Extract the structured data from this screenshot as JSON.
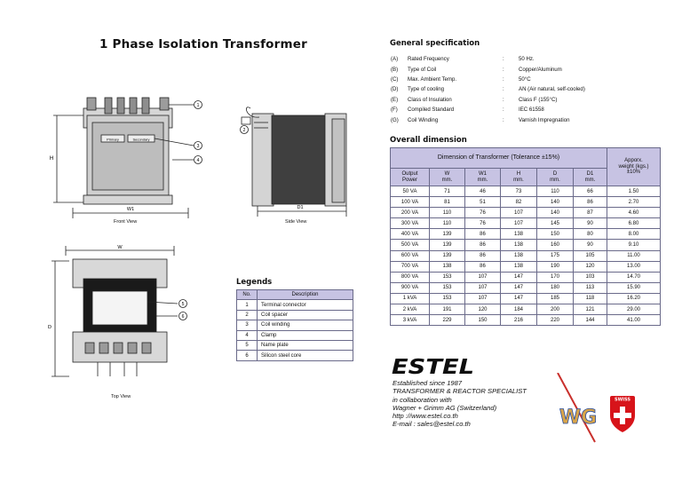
{
  "title": "1 Phase Isolation Transformer",
  "views": {
    "front_caption": "Front View",
    "side_caption": "Side View",
    "top_caption": "Top View",
    "dim_h": "H",
    "dim_w1": "W1",
    "dim_d1": "D1",
    "dim_w": "W",
    "dim_d": "D",
    "primary_label": "Primary",
    "secondary_label": "Secondary",
    "callouts_front": [
      "1",
      "3",
      "4"
    ],
    "callout_side": "2",
    "callouts_top": [
      "5",
      "6"
    ]
  },
  "general_spec": {
    "title": "General specification",
    "rows": [
      {
        "code": "(A)",
        "label": "Rated Frequency",
        "colon": ":",
        "value": "50 Hz."
      },
      {
        "code": "(B)",
        "label": "Type of Coil",
        "colon": ":",
        "value": "Copper/Aluminum"
      },
      {
        "code": "(C)",
        "label": "Max. Ambient Temp.",
        "colon": ":",
        "value": "50°C"
      },
      {
        "code": "(D)",
        "label": "Type of cooling",
        "colon": ":",
        "value": "AN (Air natural, self-cooled)"
      },
      {
        "code": "(E)",
        "label": "Class of Insulation",
        "colon": ":",
        "value": "Class F (155°C)"
      },
      {
        "code": "(F)",
        "label": "Compiled Standard",
        "colon": ":",
        "value": "IEC 61558"
      },
      {
        "code": "(G)",
        "label": "Coil Winding",
        "colon": ":",
        "value": "Varnish Impregnation"
      }
    ]
  },
  "overall_dimension": {
    "title": "Overall dimension",
    "main_header": "Dimension of Transformer (Tolerance ±15%)",
    "weight_header": [
      "Apporx.",
      "weight (kgs.)",
      "±10%"
    ],
    "sub_headers": [
      {
        "name": "Output",
        "unit": "Power"
      },
      {
        "name": "W",
        "unit": "mm."
      },
      {
        "name": "W1",
        "unit": "mm."
      },
      {
        "name": "H",
        "unit": "mm."
      },
      {
        "name": "D",
        "unit": "mm."
      },
      {
        "name": "D1",
        "unit": "mm."
      }
    ],
    "rows": [
      [
        "50 VA",
        "71",
        "46",
        "73",
        "110",
        "66",
        "1.50"
      ],
      [
        "100 VA",
        "81",
        "51",
        "82",
        "140",
        "86",
        "2.70"
      ],
      [
        "200 VA",
        "110",
        "76",
        "107",
        "140",
        "87",
        "4.60"
      ],
      [
        "300 VA",
        "110",
        "76",
        "107",
        "145",
        "90",
        "6.80"
      ],
      [
        "400 VA",
        "139",
        "86",
        "138",
        "150",
        "80",
        "8.00"
      ],
      [
        "500 VA",
        "139",
        "86",
        "138",
        "160",
        "90",
        "9.10"
      ],
      [
        "600 VA",
        "139",
        "86",
        "138",
        "175",
        "105",
        "11.00"
      ],
      [
        "700 VA",
        "138",
        "86",
        "138",
        "190",
        "120",
        "13.00"
      ],
      [
        "800 VA",
        "153",
        "107",
        "147",
        "170",
        "103",
        "14.70"
      ],
      [
        "900 VA",
        "153",
        "107",
        "147",
        "180",
        "113",
        "15.90"
      ],
      [
        "1 kVA",
        "153",
        "107",
        "147",
        "185",
        "118",
        "16.20"
      ],
      [
        "2 kVA",
        "191",
        "120",
        "184",
        "200",
        "121",
        "29.00"
      ],
      [
        "3 kVA",
        "229",
        "150",
        "216",
        "220",
        "144",
        "41.00"
      ]
    ]
  },
  "legends": {
    "title": "Legends",
    "headers": [
      "No.",
      "Description"
    ],
    "rows": [
      {
        "no": "1",
        "desc": "Terminal connector"
      },
      {
        "no": "2",
        "desc": "Coil spacer"
      },
      {
        "no": "3",
        "desc": "Coil winding"
      },
      {
        "no": "4",
        "desc": "Clamp"
      },
      {
        "no": "5",
        "desc": "Name plate"
      },
      {
        "no": "6",
        "desc": "Silicon steel core"
      }
    ]
  },
  "company": {
    "logo_text": "ESTEL",
    "lines": [
      "Established since 1987",
      "TRANSFORMER & REACTOR SPECIALIST",
      "in collaboration with",
      "Wagner + Grimm AG (Switzerland)",
      "http ://www.estel.co.th",
      "E-mail : sales@estel.co.th"
    ],
    "partner_logo_text": "WG",
    "swiss_badge_text": "SWISS"
  }
}
